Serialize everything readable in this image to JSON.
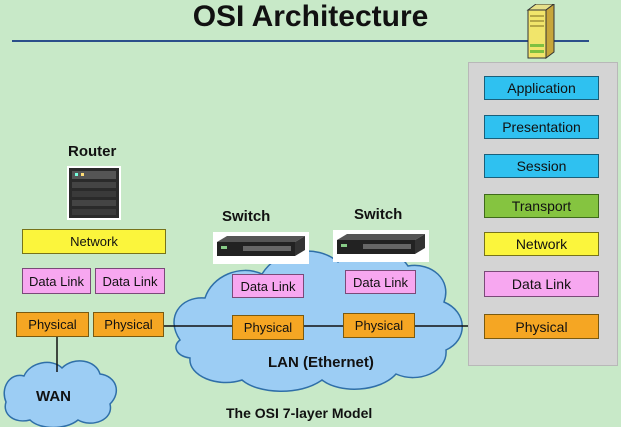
{
  "title": "OSI Architecture",
  "caption": "The OSI 7-layer Model",
  "router": {
    "label": "Router",
    "network": "Network",
    "datalink": [
      "Data Link",
      "Data Link"
    ],
    "physical": [
      "Physical",
      "Physical"
    ]
  },
  "switch_left": {
    "label": "Switch",
    "datalink": "Data Link",
    "physical": "Physical"
  },
  "switch_right": {
    "label": "Switch",
    "datalink": "Data Link",
    "physical": "Physical"
  },
  "lan_label": "LAN (Ethernet)",
  "wan_label": "WAN",
  "stack": {
    "application": "Application",
    "presentation": "Presentation",
    "session": "Session",
    "transport": "Transport",
    "network": "Network",
    "datalink": "Data Link",
    "physical": "Physical"
  },
  "colors": {
    "background": "#c8e9c8",
    "cloud": "#9ccdf4",
    "physical": "#f5a623",
    "datalink": "#f7a7f0",
    "network": "#fbf53c",
    "transport": "#85c440",
    "upper_layers": "#2fc1f0"
  }
}
